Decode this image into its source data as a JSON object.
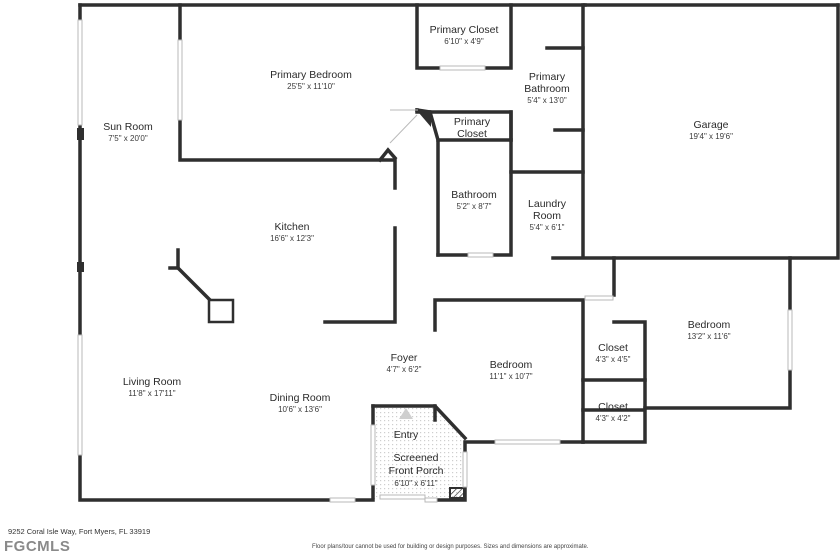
{
  "rooms": [
    {
      "id": "sun-room",
      "name": "Sun Room",
      "dims": "7'5\" x 20'0\""
    },
    {
      "id": "primary-bedroom",
      "name": "Primary Bedroom",
      "dims": "25'5\" x 11'10\""
    },
    {
      "id": "primary-closet-1",
      "name": "Primary Closet",
      "dims": "6'10\" x 4'9\""
    },
    {
      "id": "primary-bathroom",
      "name": "Primary Bathroom",
      "dims": "5'4\" x 13'0\""
    },
    {
      "id": "garage",
      "name": "Garage",
      "dims": "19'4\" x 19'6\""
    },
    {
      "id": "primary-closet-2",
      "name": "Primary Closet",
      "dims": ""
    },
    {
      "id": "kitchen",
      "name": "Kitchen",
      "dims": "16'6\" x 12'3\""
    },
    {
      "id": "bathroom",
      "name": "Bathroom",
      "dims": "5'2\" x 8'7\""
    },
    {
      "id": "laundry-room",
      "name": "Laundry Room",
      "dims": "5'4\" x 6'1\""
    },
    {
      "id": "bedroom-right",
      "name": "Bedroom",
      "dims": "13'2\" x 11'6\""
    },
    {
      "id": "foyer",
      "name": "Foyer",
      "dims": "4'7\" x 6'2\""
    },
    {
      "id": "bedroom-center",
      "name": "Bedroom",
      "dims": "11'1\" x 10'7\""
    },
    {
      "id": "closet-1",
      "name": "Closet",
      "dims": "4'3\" x 4'5\""
    },
    {
      "id": "closet-2",
      "name": "Closet",
      "dims": "4'3\" x 4'2\""
    },
    {
      "id": "living-room",
      "name": "Living Room",
      "dims": "11'8\" x 17'11\""
    },
    {
      "id": "dining-room",
      "name": "Dining Room",
      "dims": "10'6\" x 13'6\""
    },
    {
      "id": "entry",
      "name": "Entry",
      "dims": ""
    },
    {
      "id": "screened-front-porch",
      "name": "Screened Front Porch",
      "dims": "6'10\" x 6'11\""
    }
  ],
  "footer": {
    "address": "9252 Coral Isle Way, Fort Myers, FL 33919",
    "disclaimer": "Floor plans/tour cannot be used for building or design purposes. Sizes and dimensions are approximate.",
    "logo": "FGCMLS"
  }
}
